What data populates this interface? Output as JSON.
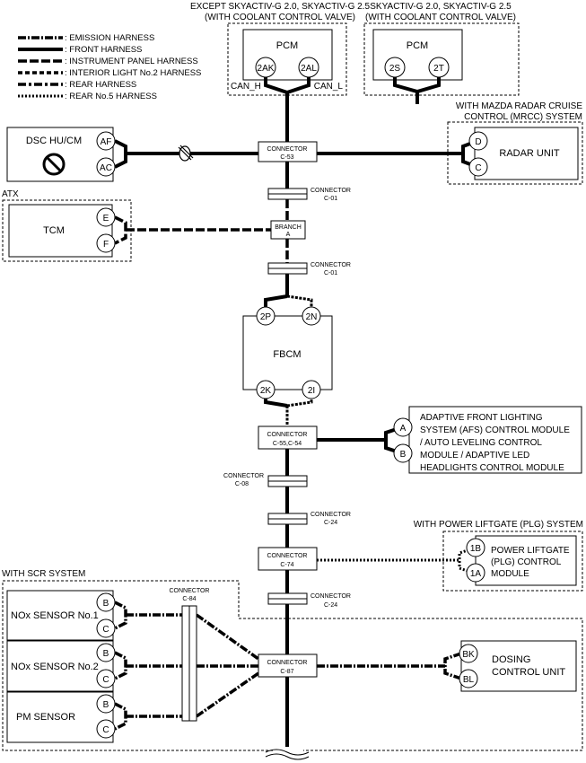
{
  "legend": [
    {
      "label": ": EMISSION HARNESS",
      "style": "emission"
    },
    {
      "label": ": FRONT HARNESS",
      "style": "front"
    },
    {
      "label": ": INSTRUMENT PANEL HARNESS",
      "style": "instrument-panel"
    },
    {
      "label": ": INTERIOR LIGHT No.2 HARNESS",
      "style": "interior-light"
    },
    {
      "label": ": REAR HARNESS",
      "style": "rear"
    },
    {
      "label": ": REAR No.5 HARNESS",
      "style": "rear-5"
    }
  ],
  "groups": {
    "pcm_a_title_1": "EXCEPT SKYACTIV-G 2.0, SKYACTIV-G 2.5",
    "pcm_a_title_2": "(WITH COOLANT CONTROL VALVE)",
    "pcm_b_title_1": "SKYACTIV-G 2.0, SKYACTIV-G 2.5",
    "pcm_b_title_2": "(WITH COOLANT CONTROL VALVE)",
    "radar_title_1": "WITH MAZDA RADAR CRUISE",
    "radar_title_2": "CONTROL (MRCC) SYSTEM",
    "atx_title": "ATX",
    "plg_title": "WITH POWER LIFTGATE (PLG) SYSTEM",
    "scr_title": "WITH SCR SYSTEM"
  },
  "modules": {
    "pcm_a": {
      "name": "PCM",
      "pin_left": "2AK",
      "pin_right": "2AL",
      "can_h": "CAN_H",
      "can_l": "CAN_L"
    },
    "pcm_b": {
      "name": "PCM",
      "pin_left": "2S",
      "pin_right": "2T"
    },
    "dsc": {
      "name": "DSC HU/CM",
      "pin_top": "AF",
      "pin_bottom": "AC"
    },
    "radar": {
      "name": "RADAR UNIT",
      "pin_top": "D",
      "pin_bottom": "C"
    },
    "tcm": {
      "name": "TCM",
      "pin_top": "E",
      "pin_bottom": "F"
    },
    "fbcm": {
      "name": "FBCM",
      "pin_tl": "2P",
      "pin_tr": "2N",
      "pin_bl": "2K",
      "pin_br": "2I"
    },
    "afs": {
      "lines": [
        "ADAPTIVE FRONT LIGHTING",
        "SYSTEM (AFS) CONTROL MODULE",
        "/ AUTO LEVELING CONTROL",
        "MODULE / ADAPTIVE LED",
        "HEADLIGHTS CONTROL MODULE"
      ],
      "pin_top": "A",
      "pin_bottom": "B"
    },
    "plg": {
      "lines": [
        "POWER LIFTGATE",
        "(PLG) CONTROL",
        "MODULE"
      ],
      "pin_top": "1B",
      "pin_bottom": "1A"
    },
    "nox1": {
      "name": "NOx SENSOR No.1",
      "pin_top": "B",
      "pin_bottom": "C"
    },
    "nox2": {
      "name": "NOx SENSOR No.2",
      "pin_top": "B",
      "pin_bottom": "C"
    },
    "pm": {
      "name": "PM SENSOR",
      "pin_top": "B",
      "pin_bottom": "C"
    },
    "dosing": {
      "lines": [
        "DOSING",
        "CONTROL UNIT"
      ],
      "pin_top": "BK",
      "pin_bottom": "BL"
    }
  },
  "connectors": {
    "c53": {
      "line1": "CONNECTOR",
      "line2": "C-53"
    },
    "c01_a": {
      "line1": "CONNECTOR",
      "line2": "C-01"
    },
    "branch_a": {
      "line1": "BRANCH",
      "line2": "A"
    },
    "c01_b": {
      "line1": "CONNECTOR",
      "line2": "C-01"
    },
    "c55": {
      "line1": "CONNECTOR",
      "line2": "C-55,C-54"
    },
    "c08": {
      "line1": "CONNECTOR",
      "line2": "C-08"
    },
    "c24_a": {
      "line1": "CONNECTOR",
      "line2": "C-24"
    },
    "c74": {
      "line1": "CONNECTOR",
      "line2": "C-74"
    },
    "c24_b": {
      "line1": "CONNECTOR",
      "line2": "C-24"
    },
    "c84": {
      "line1": "CONNECTOR",
      "line2": "C-84"
    },
    "c87": {
      "line1": "CONNECTOR",
      "line2": "C-87"
    }
  },
  "icons": {
    "prohibited": "prohibited-icon",
    "twisted_pair": "twisted-pair-icon",
    "wire_break": "wire-break-icon"
  }
}
